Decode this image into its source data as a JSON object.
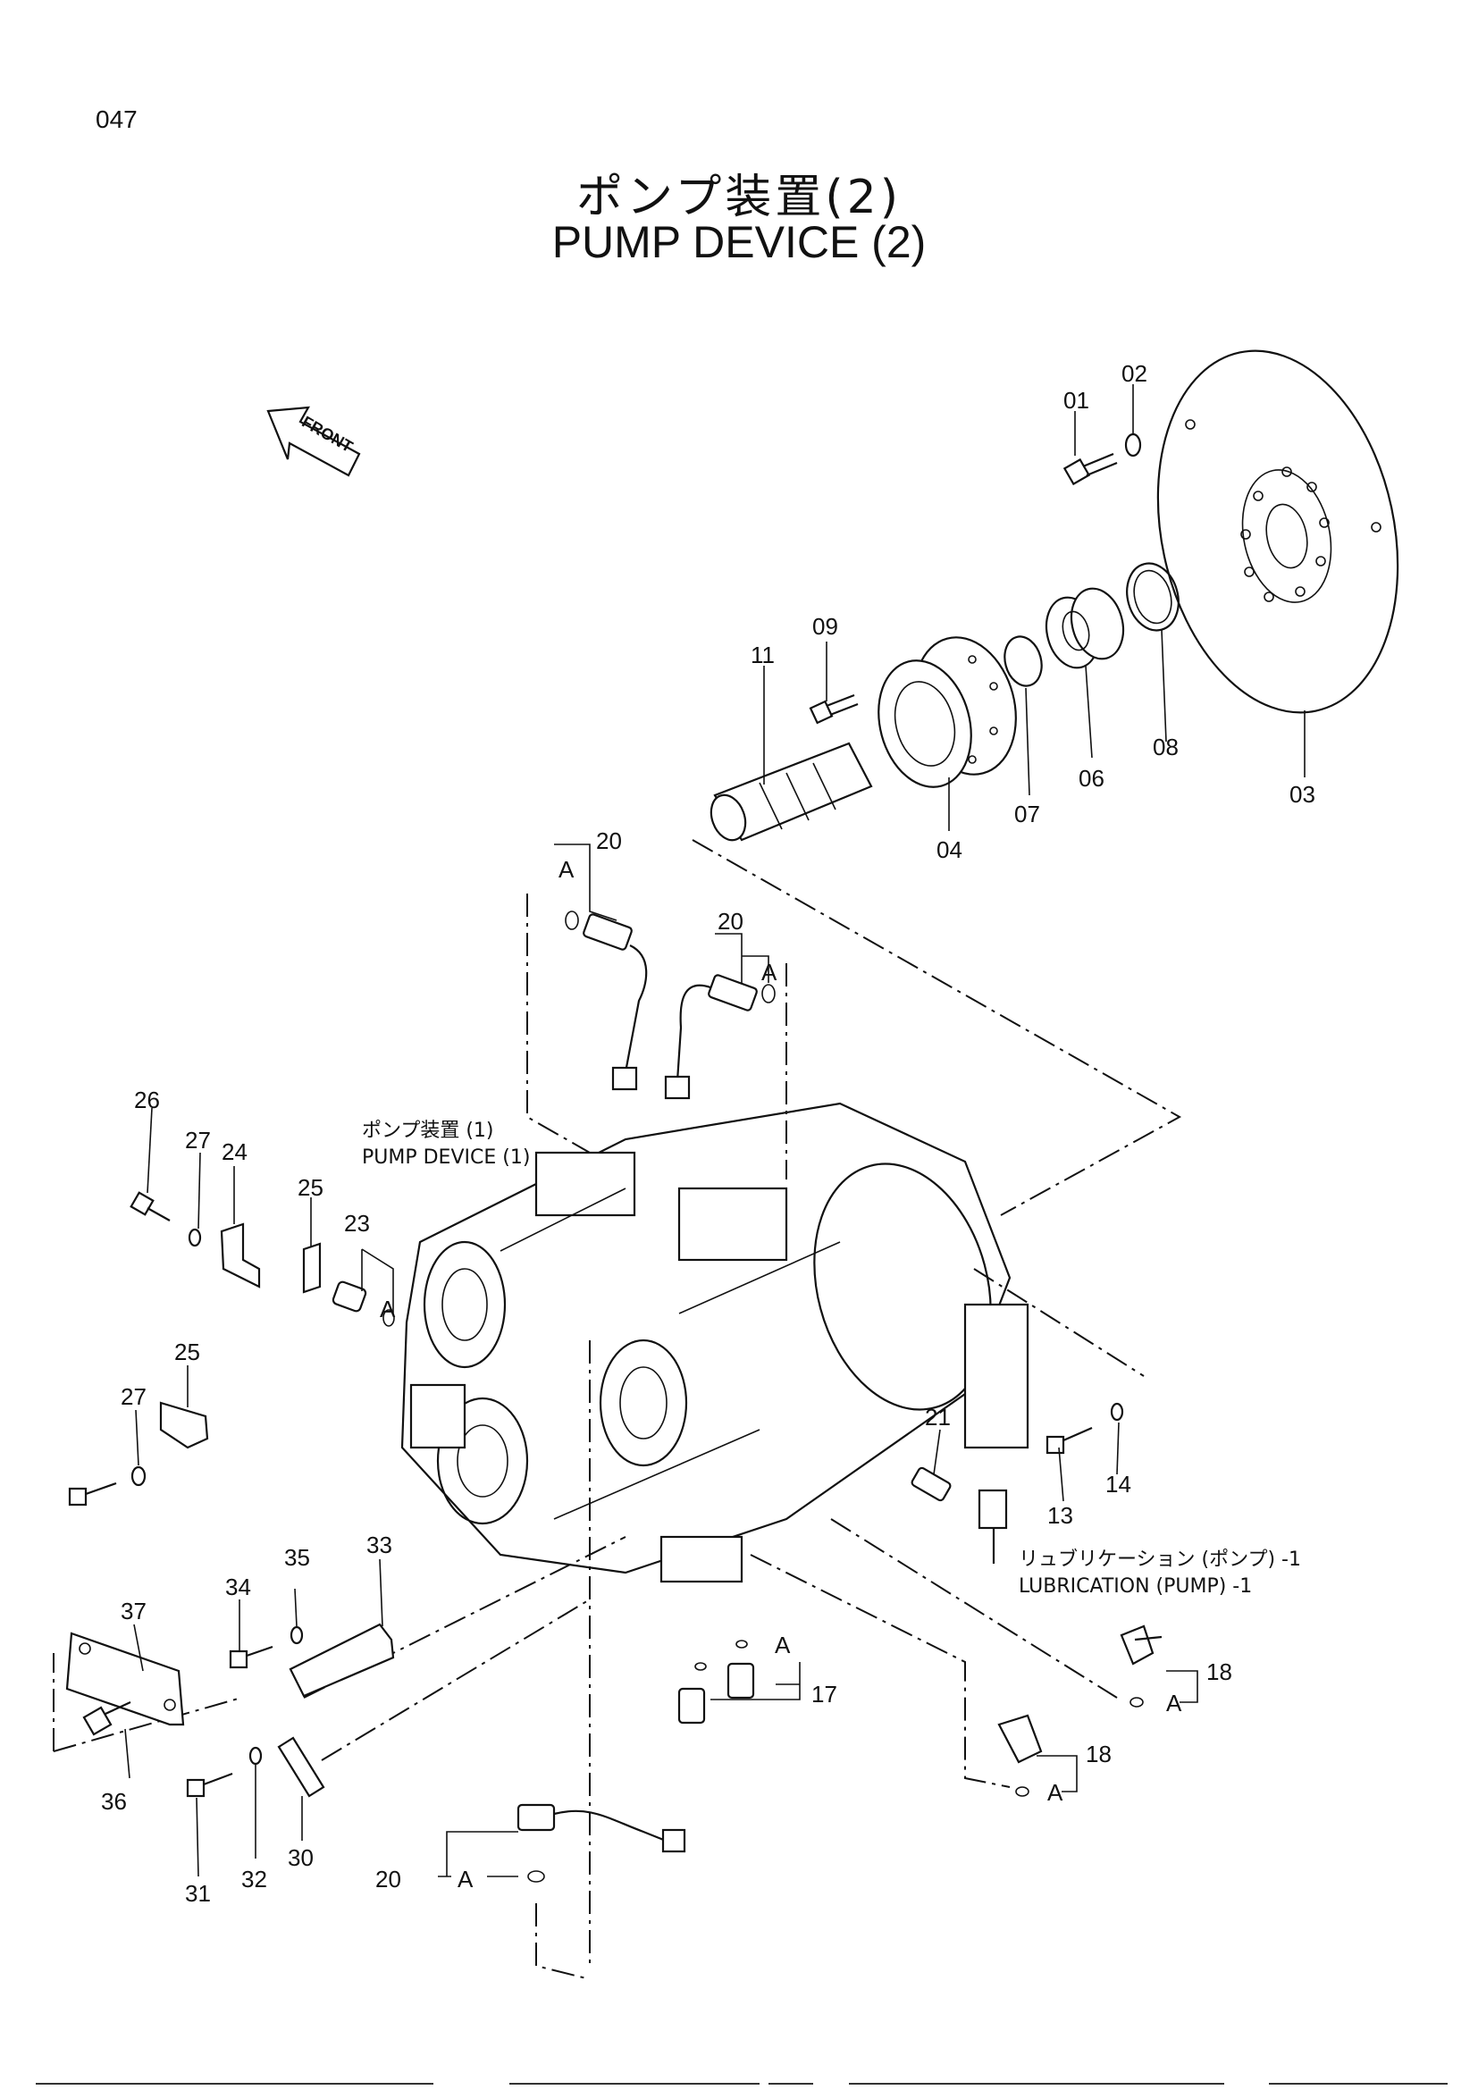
{
  "page": {
    "page_number": "047",
    "title_jp": "ポンプ装置(2)",
    "title_en": "PUMP   DEVICE (2)"
  },
  "orientation": {
    "label": "FRONT"
  },
  "annotations": {
    "pump_device_1_jp": "ポンプ装置 (1)",
    "pump_device_1_en": "PUMP  DEVICE (1)",
    "lubrication_jp": "リュブリケーション (ポンプ) -1",
    "lubrication_en": "LUBRICATION (PUMP) -1"
  },
  "connection_marker": "A",
  "part_numbers": {
    "p01": "01",
    "p02": "02",
    "p03": "03",
    "p04": "04",
    "p06": "06",
    "p07": "07",
    "p08": "08",
    "p09": "09",
    "p11": "11",
    "p13": "13",
    "p14": "14",
    "p17": "17",
    "p18a": "18",
    "p18b": "18",
    "p20a": "20",
    "p20b": "20",
    "p20c": "20",
    "p21": "21",
    "p23": "23",
    "p24": "24",
    "p25a": "25",
    "p25b": "25",
    "p26": "26",
    "p27a": "27",
    "p27b": "27",
    "p30": "30",
    "p31": "31",
    "p32": "32",
    "p33": "33",
    "p34": "34",
    "p35": "35",
    "p36": "36",
    "p37": "37"
  }
}
